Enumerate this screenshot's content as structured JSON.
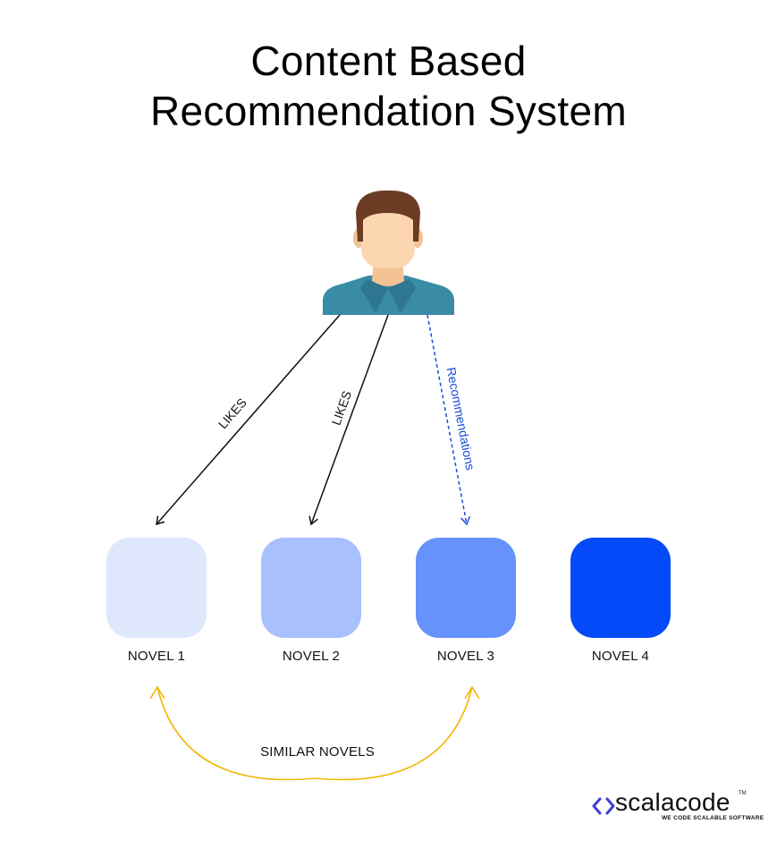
{
  "title": {
    "line1": "Content Based",
    "line2": "Recommendation System"
  },
  "edges": {
    "likes_1": "LIKES",
    "likes_2": "LIKES",
    "recommendations": "Recommendations",
    "similar": "SIMILAR NOVELS"
  },
  "novels": [
    {
      "label": "NOVEL 1",
      "color": "#dfe7fd"
    },
    {
      "label": "NOVEL 2",
      "color": "#a8c0fd"
    },
    {
      "label": "NOVEL 3",
      "color": "#6592fd"
    },
    {
      "label": "NOVEL 4",
      "color": "#044af9"
    }
  ],
  "colors": {
    "likes_arrow": "#111111",
    "recommend_arrow": "#1a4fd6",
    "similar_arc": "#f2b705",
    "user_shirt": "#3a8ba5",
    "user_hair": "#6b3b24",
    "user_skin": "#fcd6b0"
  },
  "logo": {
    "brand": "scalacode",
    "tagline": "WE CODE SCALABLE SOFTWARE",
    "tm": "TM",
    "icon": "code-brackets-icon"
  }
}
